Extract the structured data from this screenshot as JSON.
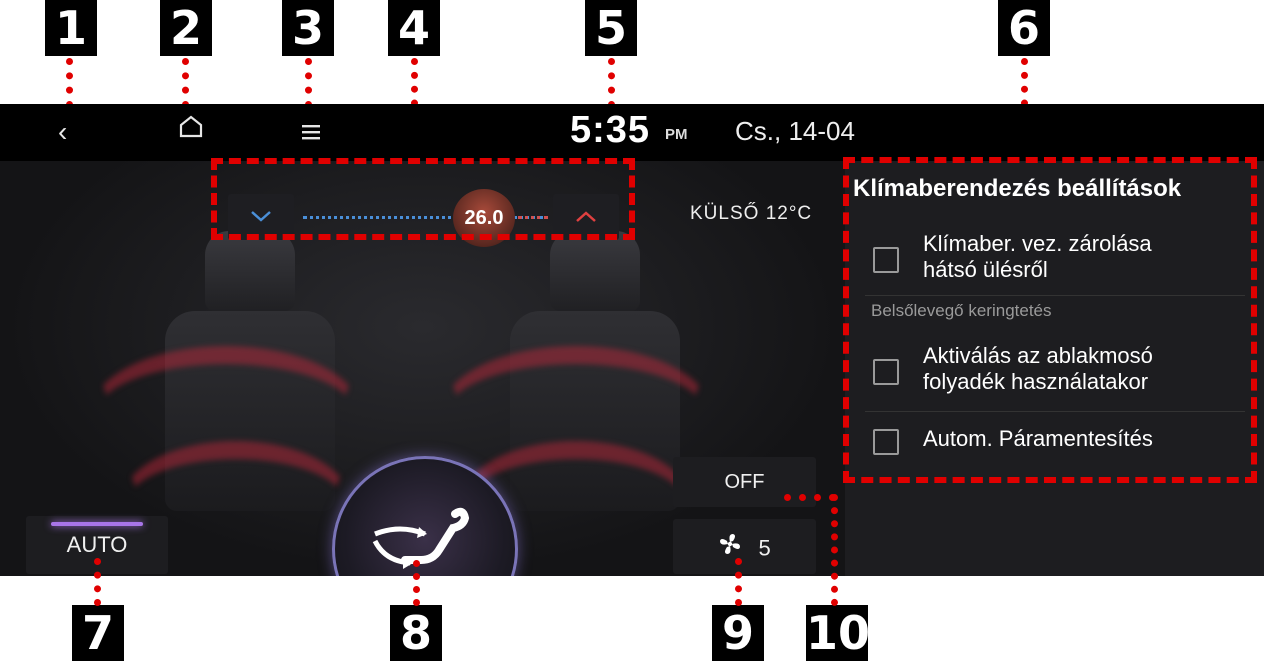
{
  "callouts": [
    "1",
    "2",
    "3",
    "4",
    "5",
    "6",
    "7",
    "8",
    "9",
    "10"
  ],
  "topbar": {
    "back_icon": "back-chevron-icon",
    "home_icon": "home-icon",
    "menu_icon": "menu-icon",
    "time": "5:35",
    "ampm": "PM",
    "date": "Cs., 14-04"
  },
  "climate": {
    "temperature": "26.0",
    "temp_down_icon": "chevron-down-icon",
    "temp_up_icon": "chevron-up-icon",
    "outside_label": "KÜLSŐ",
    "outside_temp": "12°C",
    "auto_label": "AUTO",
    "off_label": "OFF",
    "fan_icon": "fan-icon",
    "fan_level": "5",
    "air_direction_icon": "air-direction-icon"
  },
  "settings": {
    "title": "Klímaberendezés beállítások",
    "items": [
      {
        "label_line1": "Klímaber. vez. zárolása",
        "label_line2": "hátsó ülésről",
        "checked": false
      },
      {
        "label_line1": "Aktiválás az ablakmosó",
        "label_line2": "folyadék használatakor",
        "checked": false
      },
      {
        "label_line1": "Autom. Páramentesítés",
        "label_line2": "",
        "checked": false
      }
    ],
    "section_label": "Belsőlevegő keringtetés"
  },
  "colors": {
    "callout_line": "#e00000",
    "auto_indicator": "#a875e8",
    "temp_down": "#4a8fd8",
    "temp_up": "#e04040"
  }
}
